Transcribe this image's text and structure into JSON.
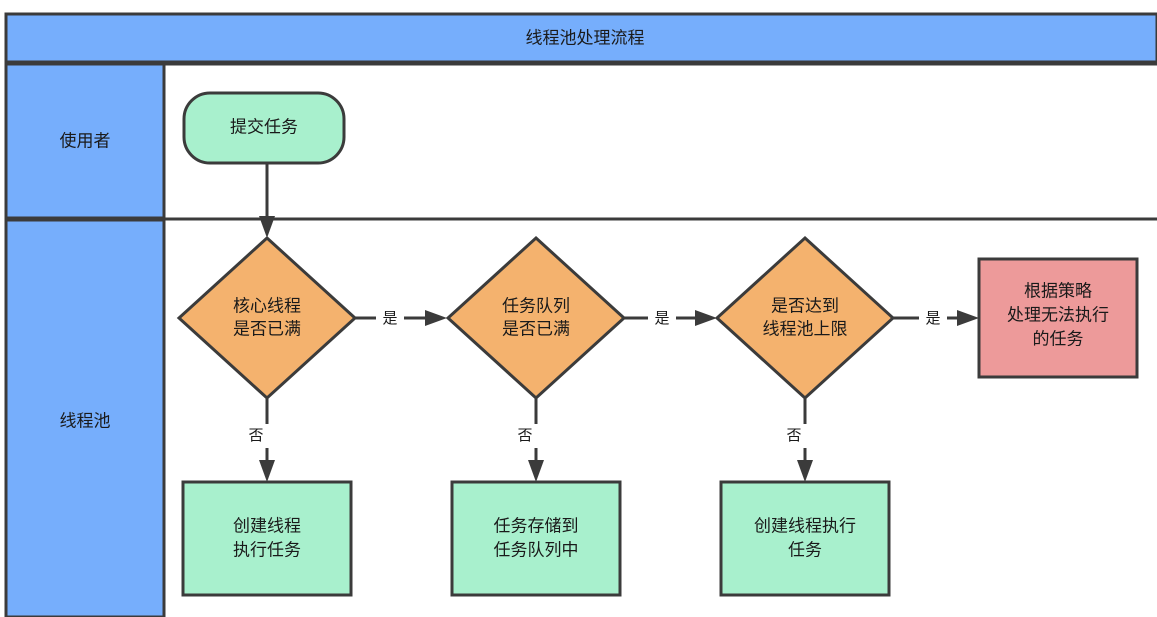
{
  "diagram": {
    "title": "线程池处理流程",
    "colors": {
      "lane_header_fill": "#76aefc",
      "decision_fill": "#f4b26e",
      "process_fill": "#a8f0cd",
      "terminal_fill": "#ed9a9a",
      "stroke": "#3b3b3b",
      "background": "#ffffff"
    },
    "lanes": [
      {
        "id": "lane-user",
        "label": "使用者"
      },
      {
        "id": "lane-pool",
        "label": "线程池"
      }
    ],
    "nodes": [
      {
        "id": "submit-task",
        "shape": "rounded-rect",
        "lane": "lane-user",
        "fill": "#a8f0cd",
        "lines": [
          "提交任务"
        ]
      },
      {
        "id": "core-threads-full",
        "shape": "diamond",
        "lane": "lane-pool",
        "fill": "#f4b26e",
        "lines": [
          "核心线程",
          "是否已满"
        ]
      },
      {
        "id": "queue-full",
        "shape": "diamond",
        "lane": "lane-pool",
        "fill": "#f4b26e",
        "lines": [
          "任务队列",
          "是否已满"
        ]
      },
      {
        "id": "pool-limit-reached",
        "shape": "diamond",
        "lane": "lane-pool",
        "fill": "#f4b26e",
        "lines": [
          "是否达到",
          "线程池上限"
        ]
      },
      {
        "id": "reject-policy",
        "shape": "rect",
        "lane": "lane-pool",
        "fill": "#ed9a9a",
        "lines": [
          "根据策略",
          "处理无法执行",
          "的任务"
        ]
      },
      {
        "id": "create-thread-run",
        "shape": "rect",
        "lane": "lane-pool",
        "fill": "#a8f0cd",
        "lines": [
          "创建线程",
          "执行任务"
        ]
      },
      {
        "id": "store-to-queue",
        "shape": "rect",
        "lane": "lane-pool",
        "fill": "#a8f0cd",
        "lines": [
          "任务存储到",
          "任务队列中"
        ]
      },
      {
        "id": "create-thread-run-2",
        "shape": "rect",
        "lane": "lane-pool",
        "fill": "#a8f0cd",
        "lines": [
          "创建线程执行",
          "任务"
        ]
      }
    ],
    "edges": [
      {
        "id": "e-submit-to-core",
        "from": "submit-task",
        "to": "core-threads-full",
        "label": ""
      },
      {
        "id": "e-core-yes",
        "from": "core-threads-full",
        "to": "queue-full",
        "label": "是"
      },
      {
        "id": "e-core-no",
        "from": "core-threads-full",
        "to": "create-thread-run",
        "label": "否"
      },
      {
        "id": "e-queue-yes",
        "from": "queue-full",
        "to": "pool-limit-reached",
        "label": "是"
      },
      {
        "id": "e-queue-no",
        "from": "queue-full",
        "to": "store-to-queue",
        "label": "否"
      },
      {
        "id": "e-limit-yes",
        "from": "pool-limit-reached",
        "to": "reject-policy",
        "label": "是"
      },
      {
        "id": "e-limit-no",
        "from": "pool-limit-reached",
        "to": "create-thread-run-2",
        "label": "否"
      }
    ]
  }
}
